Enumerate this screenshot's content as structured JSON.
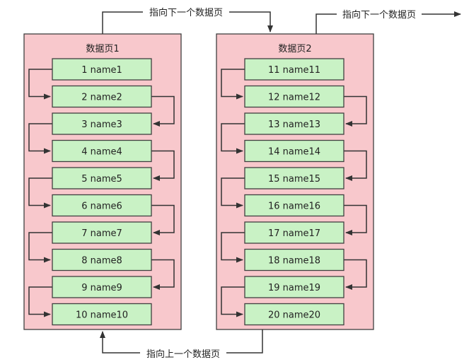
{
  "nav": {
    "next_label_1": "指向下一个数据页",
    "next_label_2": "指向下一个数据页",
    "prev_label": "指向上一个数据页"
  },
  "pages": [
    {
      "title": "数据页1",
      "records": [
        "1 name1",
        "2 name2",
        "3 name3",
        "4 name4",
        "5 name5",
        "6 name6",
        "7 name7",
        "8 name8",
        "9 name9",
        "10 name10"
      ]
    },
    {
      "title": "数据页2",
      "records": [
        "11 name11",
        "12 name12",
        "13 name13",
        "14 name14",
        "15 name15",
        "16 name16",
        "17 name17",
        "18 name18",
        "19 name19",
        "20 name20"
      ]
    }
  ],
  "colors": {
    "page_fill": "#f8c8cc",
    "record_fill": "#c9f2c5",
    "stroke": "#404040"
  }
}
